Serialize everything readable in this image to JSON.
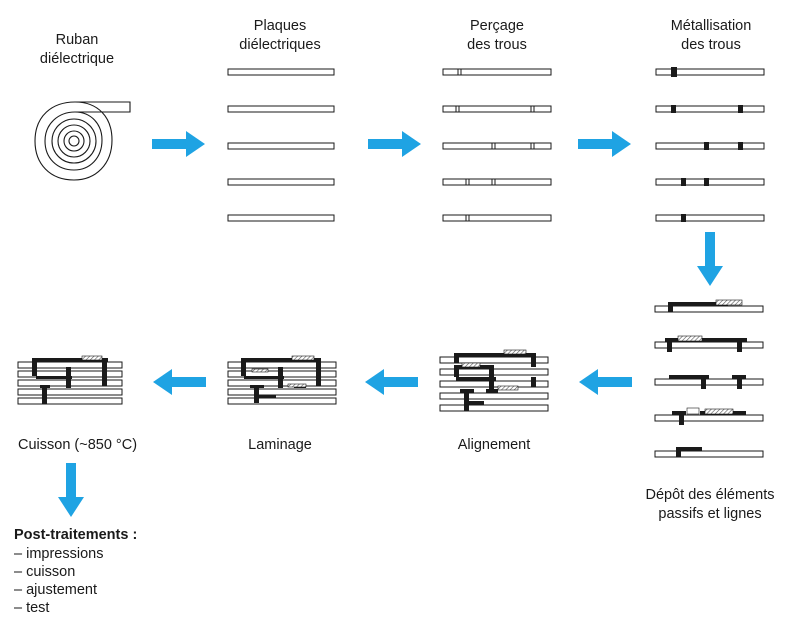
{
  "steps": {
    "ruban": [
      "Ruban",
      "diélectrique"
    ],
    "plaques": [
      "Plaques",
      "diélectriques"
    ],
    "percage": [
      "Perçage",
      "des trous"
    ],
    "metallisation": [
      "Métallisation",
      "des trous"
    ],
    "depot": [
      "Dépôt des éléments",
      "passifs et lignes"
    ],
    "alignement": "Alignement",
    "laminage": "Laminage",
    "cuisson": "Cuisson (~850 °C)"
  },
  "post": {
    "title": "Post-traitements :",
    "items": [
      "– impressions",
      "– cuisson",
      "– ajustement",
      "– test"
    ]
  },
  "colors": {
    "arrow": "#1fa3e3",
    "ink": "#1a1a1a",
    "hatch": "#8a8a8a"
  }
}
